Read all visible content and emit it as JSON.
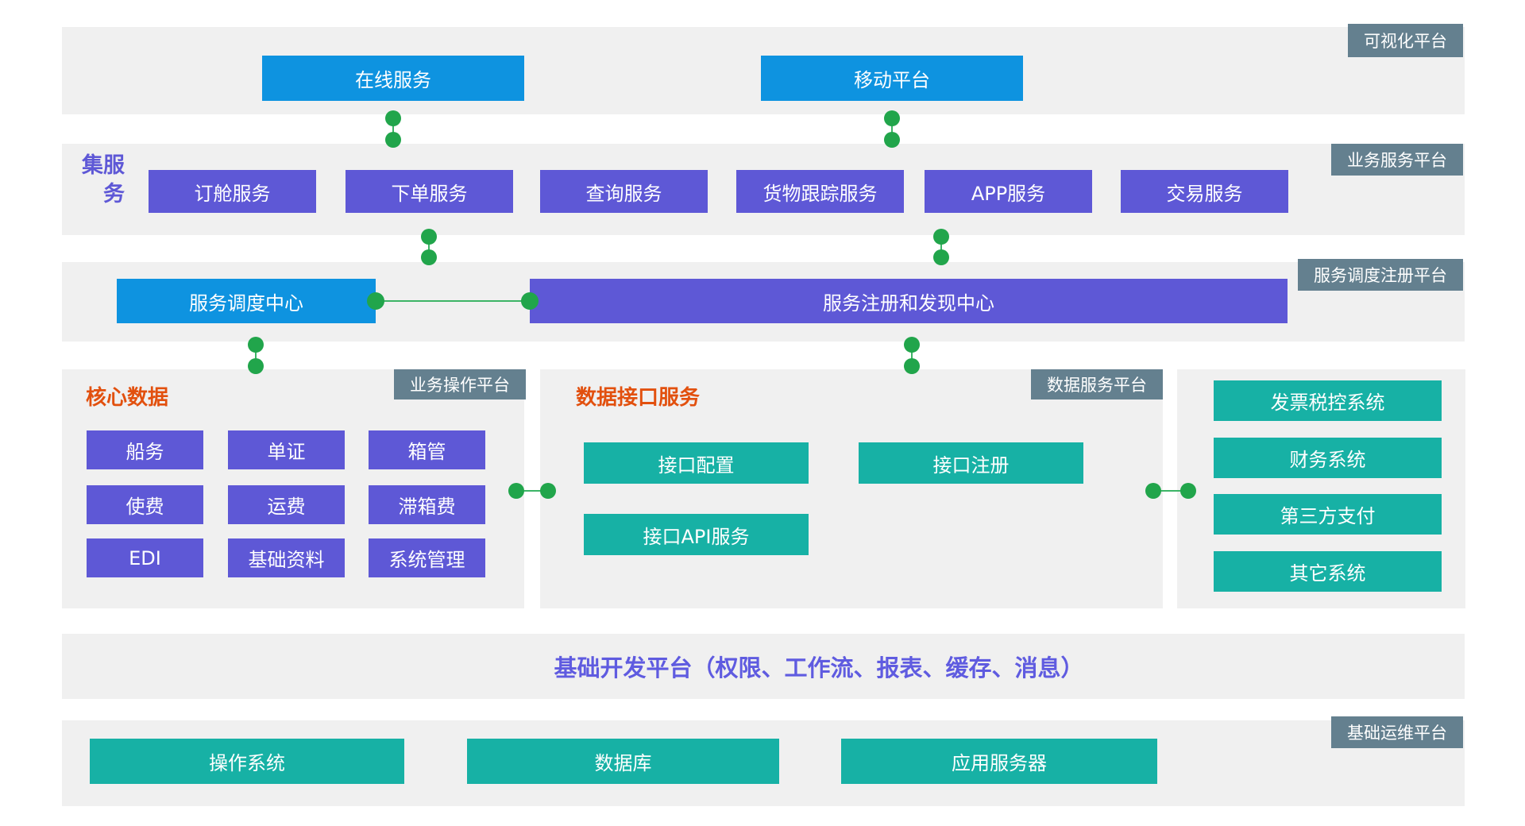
{
  "colors": {
    "blue": "#0e93e0",
    "purple": "#5e58d6",
    "teal": "#17b1a5",
    "green": "#21a54b",
    "tag_bg": "#64808f",
    "orange_title": "#e2500e",
    "band_bg": "#f0f0f0",
    "dev_text": "#5f5be0"
  },
  "visualization_layer": {
    "tag": "可视化平台",
    "buttons": [
      "在线服务",
      "移动平台"
    ]
  },
  "service_layer": {
    "tag": "业务服务平台",
    "side_label": "服务集",
    "buttons": [
      "订舱服务",
      "下单服务",
      "查询服务",
      "货物跟踪服务",
      "APP服务",
      "交易服务"
    ]
  },
  "dispatch_layer": {
    "tag": "服务调度注册平台",
    "dispatch_center": "服务调度中心",
    "registry_center": "服务注册和发现中心"
  },
  "operation_panel": {
    "tag": "业务操作平台",
    "title": "核心数据",
    "buttons": [
      "船务",
      "单证",
      "箱管",
      "使费",
      "运费",
      "滞箱费",
      "EDI",
      "基础资料",
      "系统管理"
    ]
  },
  "data_panel": {
    "tag": "数据服务平台",
    "title": "数据接口服务",
    "buttons": [
      "接口配置",
      "接口注册",
      "接口API服务"
    ]
  },
  "external_panel": {
    "buttons": [
      "发票税控系统",
      "财务系统",
      "第三方支付",
      "其它系统"
    ]
  },
  "dev_layer": {
    "title": "基础开发平台（权限、工作流、报表、缓存、消息）"
  },
  "ops_layer": {
    "tag": "基础运维平台",
    "buttons": [
      "操作系统",
      "数据库",
      "应用服务器"
    ]
  }
}
